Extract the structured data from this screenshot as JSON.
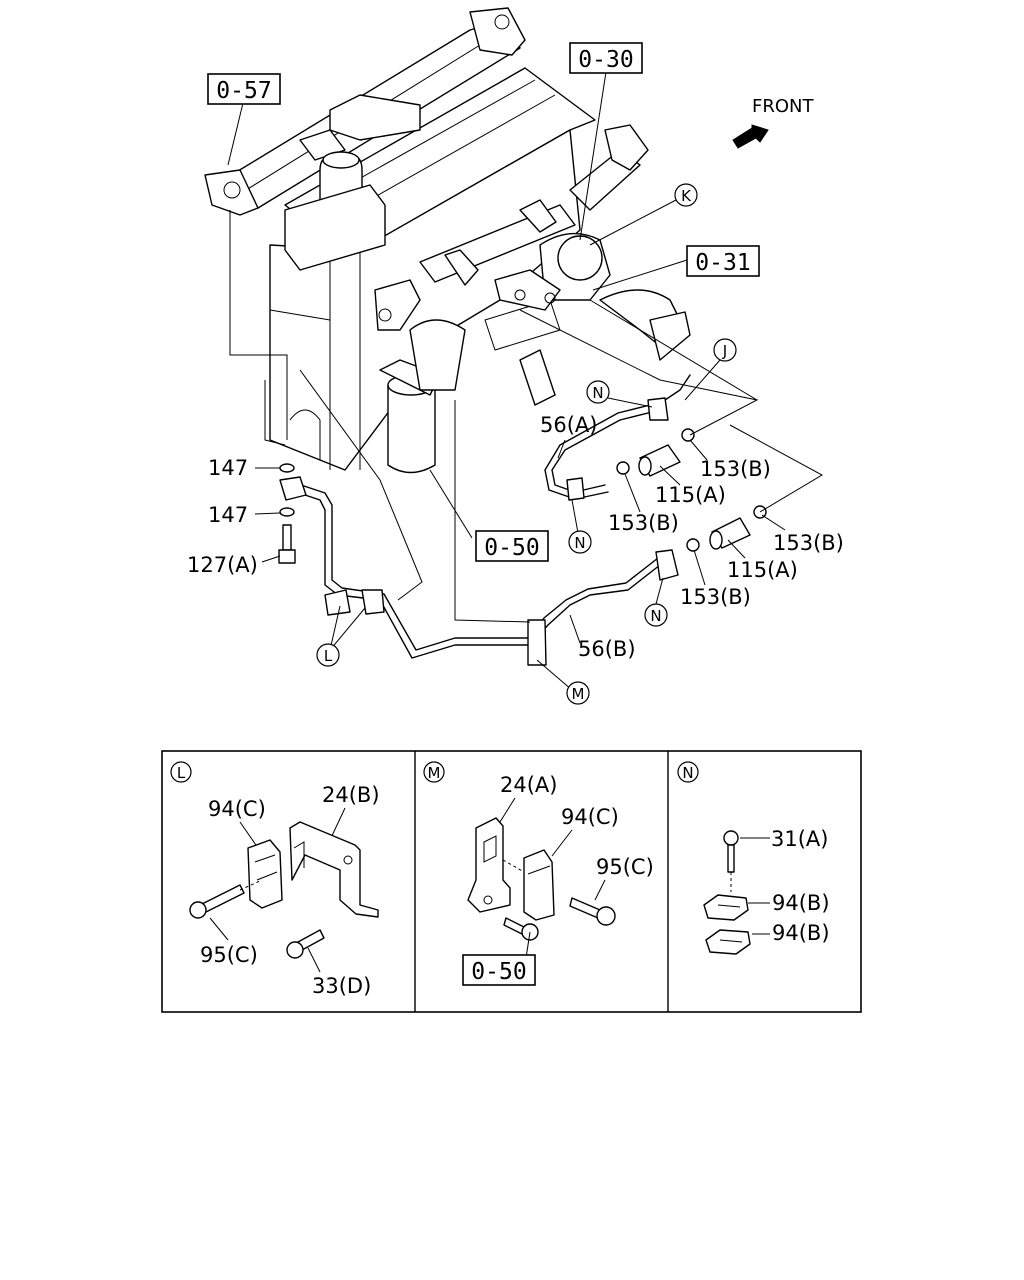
{
  "front_label": "FRONT",
  "refs": {
    "r057": "0-57",
    "r030": "0-30",
    "r031": "0-31",
    "r050": "0-50",
    "r050b": "0-50"
  },
  "callouts": {
    "K": "K",
    "J": "J",
    "N1": "N",
    "N2": "N",
    "N3": "N",
    "L": "L",
    "M": "M"
  },
  "part_labels": {
    "p56a": "56(A)",
    "p153b_1": "153(B)",
    "p115a_1": "115(A)",
    "p153b_2": "153(B)",
    "p153b_3": "153(B)",
    "p115a_2": "115(A)",
    "p153b_4": "153(B)",
    "p147_1": "147",
    "p147_2": "147",
    "p127a": "127(A)",
    "p56b": "56(B)"
  },
  "detail_panels": {
    "L": {
      "marker": "L",
      "labels": [
        "94(C)",
        "24(B)",
        "95(C)",
        "33(D)"
      ]
    },
    "M": {
      "marker": "M",
      "labels": [
        "24(A)",
        "94(C)",
        "95(C)"
      ]
    },
    "N": {
      "marker": "N",
      "labels": [
        "31(A)",
        "94(B)",
        "94(B)"
      ]
    }
  }
}
